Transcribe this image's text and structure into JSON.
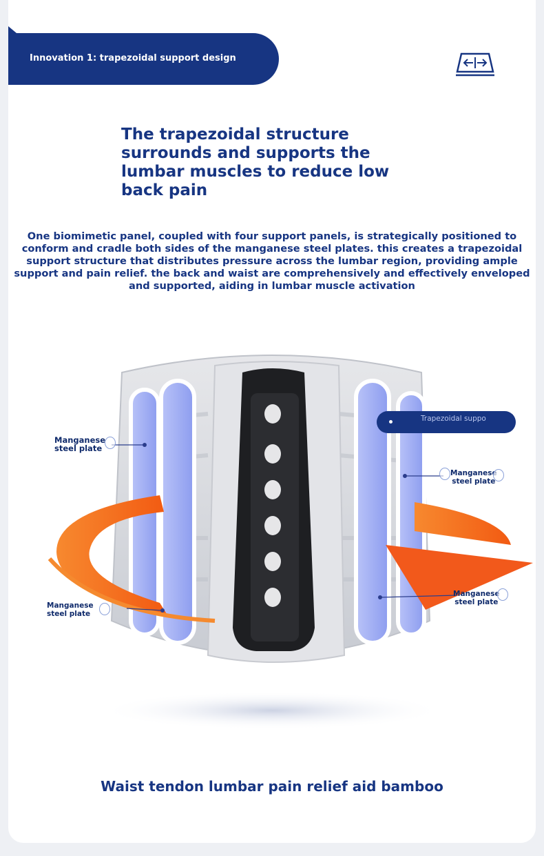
{
  "header": {
    "tag": "Innovation 1: trapezoidal support design",
    "icon": "trapezoid-expand-icon"
  },
  "headline": "The trapezoidal structure surrounds and supports the lumbar muscles to reduce low back pain",
  "paragraph": "One biomimetic panel, coupled with four support panels, is strategically positioned to conform and cradle both sides of the manganese steel plates. this creates a trapezoidal support structure that distributes pressure across the lumbar region, providing ample support and pain relief. the back and waist are comprehensively and effectively enveloped and supported, aiding in lumbar muscle activation",
  "callouts": {
    "tag": "Trapezoidal suppo",
    "left_top": [
      "Manganese",
      "steel plate"
    ],
    "left_bottom": [
      "Manganese",
      "steel plate"
    ],
    "right_top": [
      "Manganese",
      "steel plate"
    ],
    "right_bottom": [
      "Manganese",
      "steel plate"
    ]
  },
  "footer": "Waist tendon lumbar pain relief aid bamboo",
  "colors": {
    "brand_navy": "#173582",
    "accent_orange": "#f26a1b",
    "plate_blue": "#a7b4f4",
    "belt_grey": "#d7d9de"
  }
}
